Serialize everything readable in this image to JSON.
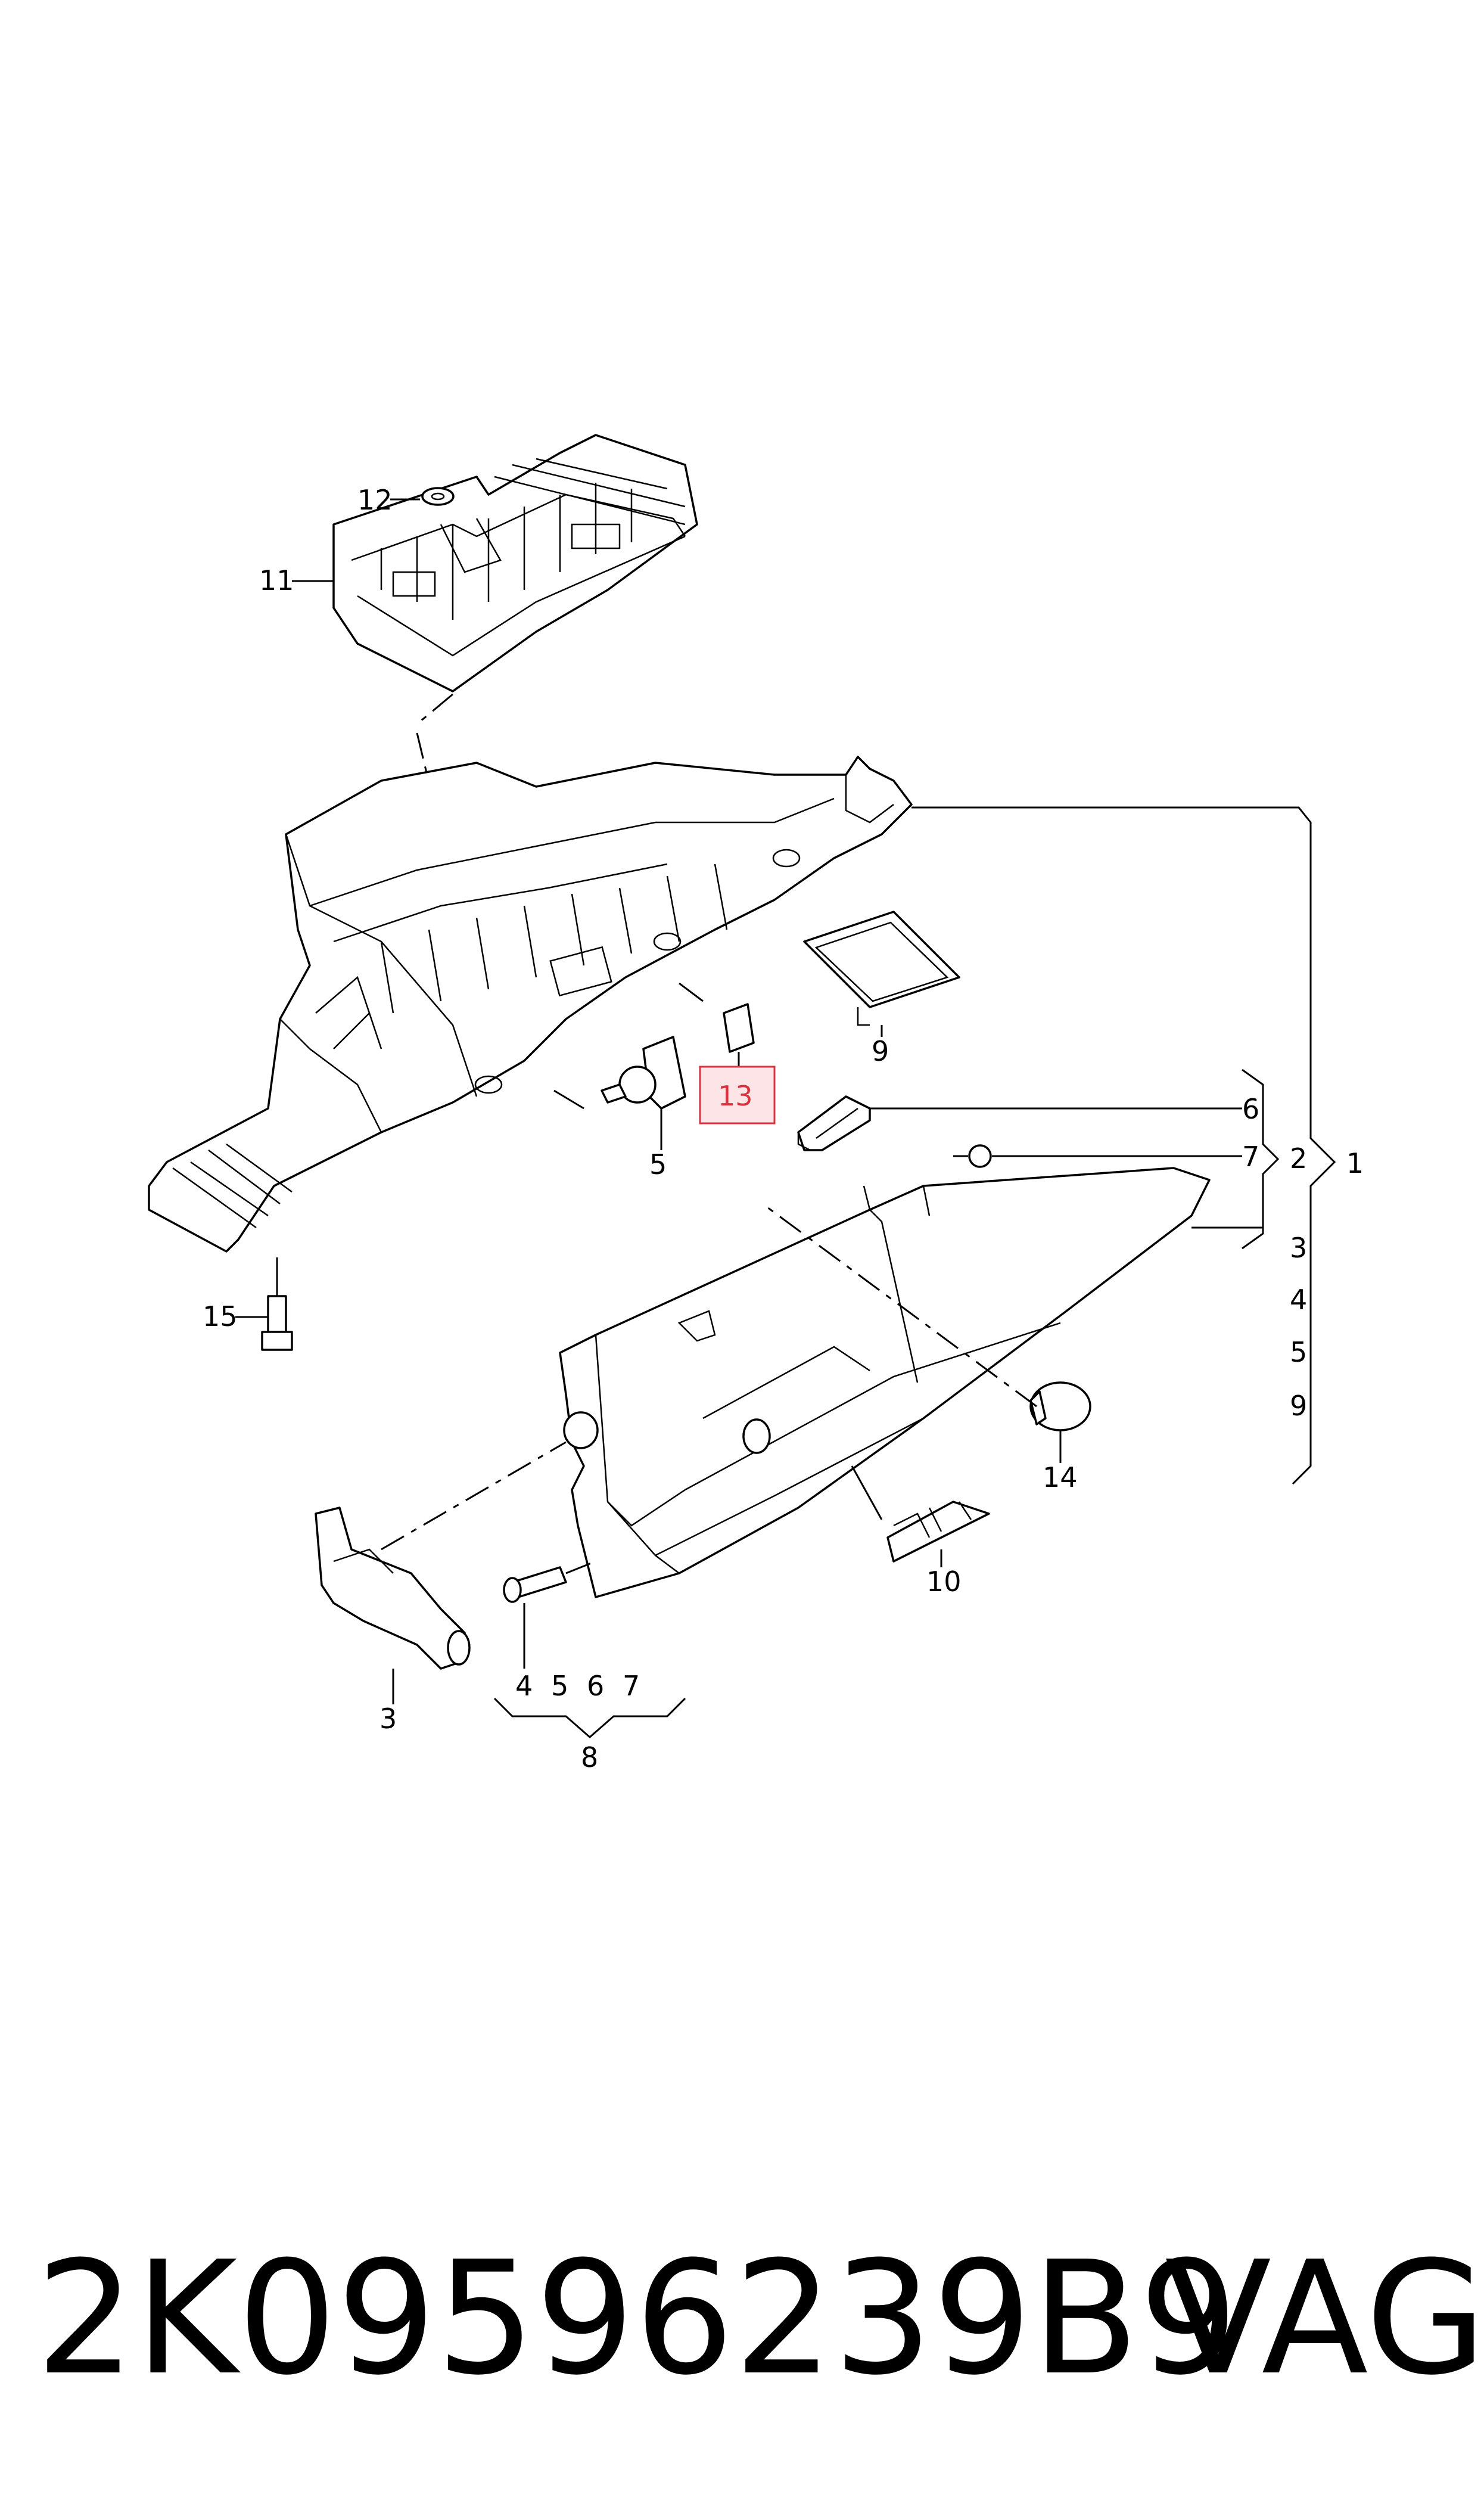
{
  "callouts": {
    "c1": "1",
    "c2": "2",
    "c3a": "3",
    "c3b": "3",
    "c4a": "4",
    "c4b": "4",
    "c5a": "5",
    "c5b": "5",
    "c5c": "5",
    "c6a": "6",
    "c6b": "6",
    "c7a": "7",
    "c7b": "7",
    "c8": "8",
    "c9a": "9",
    "c9b": "9",
    "c10": "10",
    "c11": "11",
    "c12": "12",
    "c13": "13",
    "c14": "14",
    "c15": "15"
  },
  "footer": {
    "part_number": "2K09596239B9",
    "brand": "VAG"
  },
  "colors": {
    "line": "#000000",
    "highlight_fill": "#fde4e6",
    "highlight_border": "#d9333f"
  }
}
